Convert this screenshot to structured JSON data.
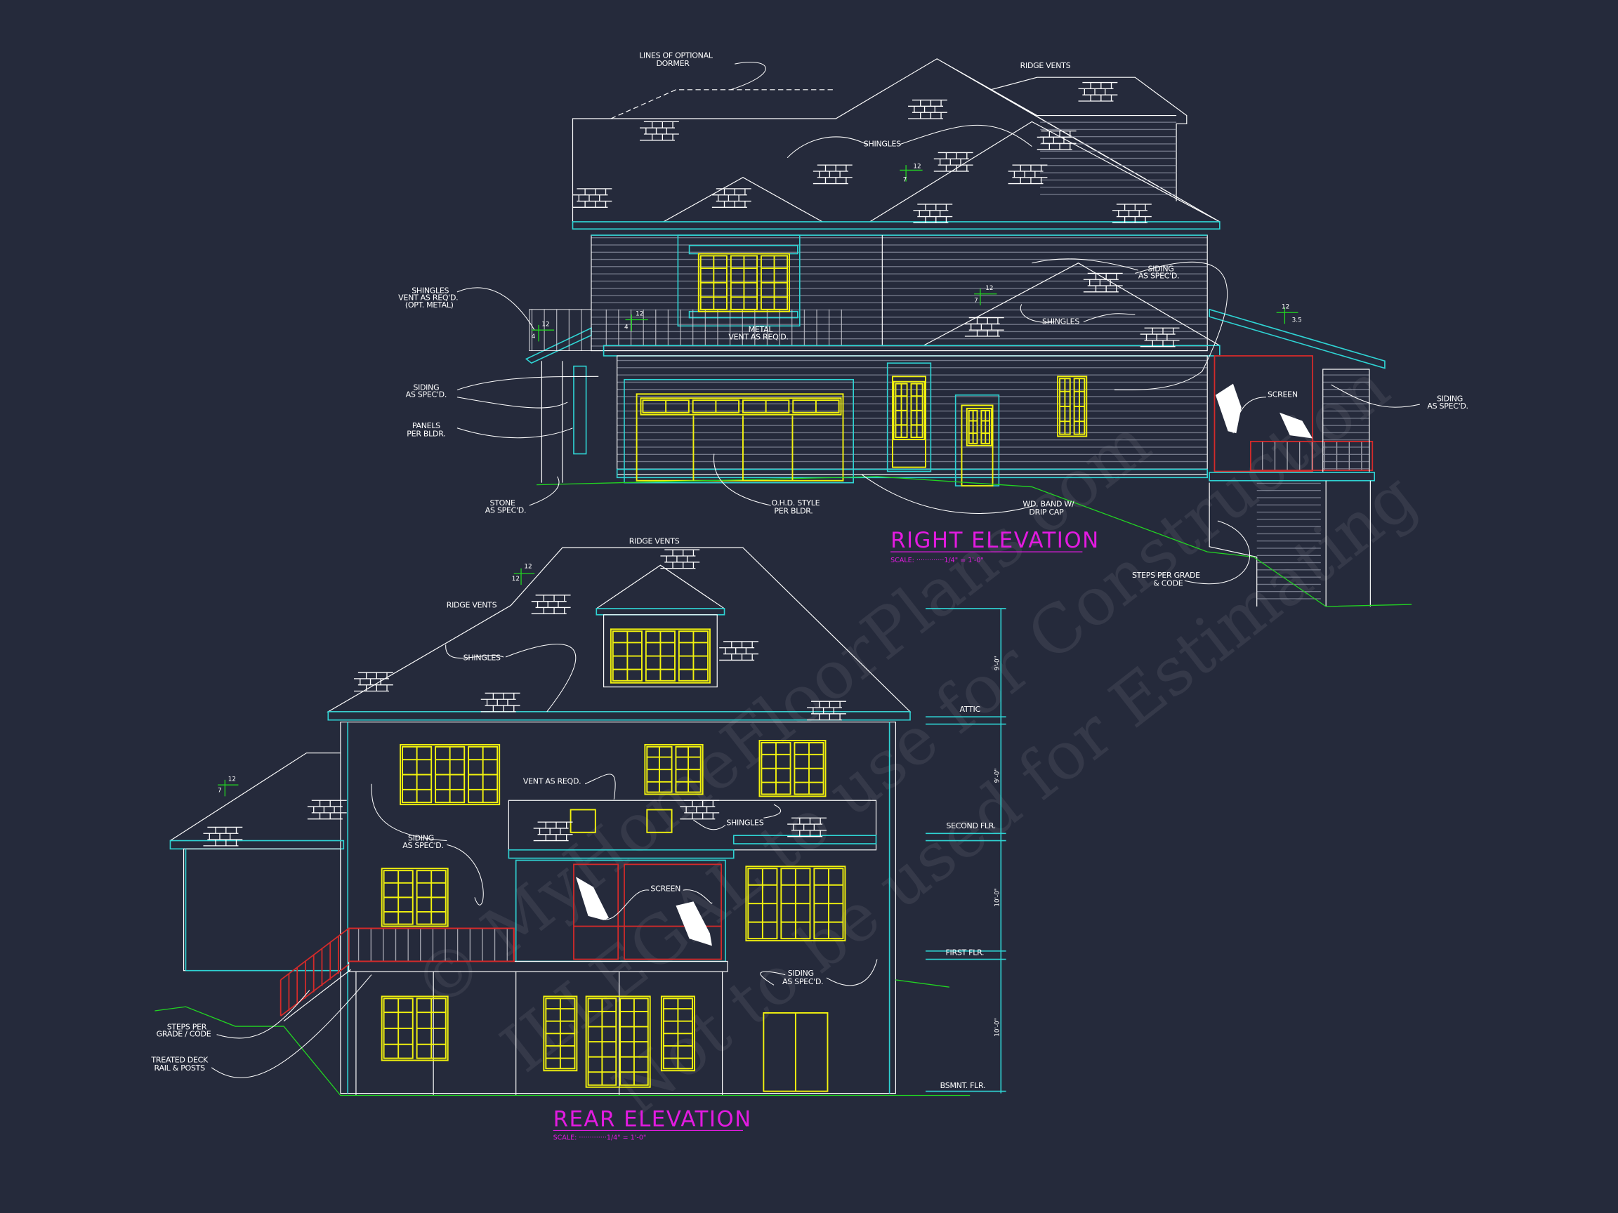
{
  "colors": {
    "background": "#252a3b",
    "outline": "#ffffff",
    "trim": "#2fd4d4",
    "windows": "#f2f20e",
    "railing": "#d42a2a",
    "grade": "#22d422",
    "titles": "#e21be0"
  },
  "watermark": [
    "© MyHomeFloorPlans.com",
    "ILLEGAL to use for Construction",
    "Not to be used for Estimating"
  ],
  "right_elevation": {
    "title": "RIGHT ELEVATION",
    "scale": "SCALE: ·············1/4\" = 1'-0\"",
    "labels": {
      "optional_dormer_1": "LINES OF OPTIONAL",
      "optional_dormer_2": "DORMER",
      "ridge_vents": "RIDGE VENTS",
      "shingles_top": "SHINGLES",
      "shingles_vent_1": "SHINGLES",
      "shingles_vent_2": "VENT AS REQ'D.",
      "shingles_vent_3": "(OPT. METAL)",
      "metal_vent_1": "METAL",
      "metal_vent_2": "VENT AS REQ'D.",
      "siding_right_1": "SIDING",
      "siding_right_2": "AS SPEC'D.",
      "shingles_mid": "SHINGLES",
      "siding_left_1": "SIDING",
      "siding_left_2": "AS SPEC'D.",
      "panels_1": "PANELS",
      "panels_2": "PER BLDR.",
      "screen": "SCREEN",
      "siding_far_1": "SIDING",
      "siding_far_2": "AS SPEC'D.",
      "stone_1": "STONE",
      "stone_2": "AS SPEC'D.",
      "ohd_1": "O.H.D. STYLE",
      "ohd_2": "PER BLDR.",
      "band_1": "WD. BAND W/",
      "band_2": "DRIP CAP",
      "steps_1": "STEPS PER GRADE",
      "steps_2": "& CODE"
    },
    "pitches": [
      {
        "rise": "7",
        "run": "12"
      },
      {
        "rise": "7",
        "run": "12"
      },
      {
        "rise": "4",
        "run": "12"
      },
      {
        "rise": "4",
        "run": "12"
      },
      {
        "rise": "3.5",
        "run": "12"
      }
    ]
  },
  "rear_elevation": {
    "title": "REAR ELEVATION",
    "scale": "SCALE: ·············1/4\" = 1'-0\"",
    "labels": {
      "ridge_vents_top": "RIDGE VENTS",
      "ridge_vents_left": "RIDGE VENTS",
      "shingles_roof": "SHINGLES",
      "vent": "VENT AS REQD.",
      "shingles_low": "SHINGLES",
      "siding_1": "SIDING",
      "siding_2": "AS SPEC'D.",
      "screen": "SCREEN",
      "siding_low_1": "SIDING",
      "siding_low_2": "AS SPEC'D.",
      "steps_1": "STEPS PER",
      "steps_2": "GRADE / CODE",
      "deck_1": "TREATED DECK",
      "deck_2": "RAIL & POSTS"
    },
    "pitches": [
      {
        "rise": "12",
        "run": "12"
      },
      {
        "rise": "7",
        "run": "12"
      }
    ],
    "levels": [
      {
        "name": "ATTIC",
        "height": "9'-0\""
      },
      {
        "name": "SECOND FLR.",
        "height": "9'-0\""
      },
      {
        "name": "FIRST FLR.",
        "height": "10'-0\""
      },
      {
        "name": "BSMNT. FLR.",
        "height": "10'-0\""
      }
    ]
  }
}
